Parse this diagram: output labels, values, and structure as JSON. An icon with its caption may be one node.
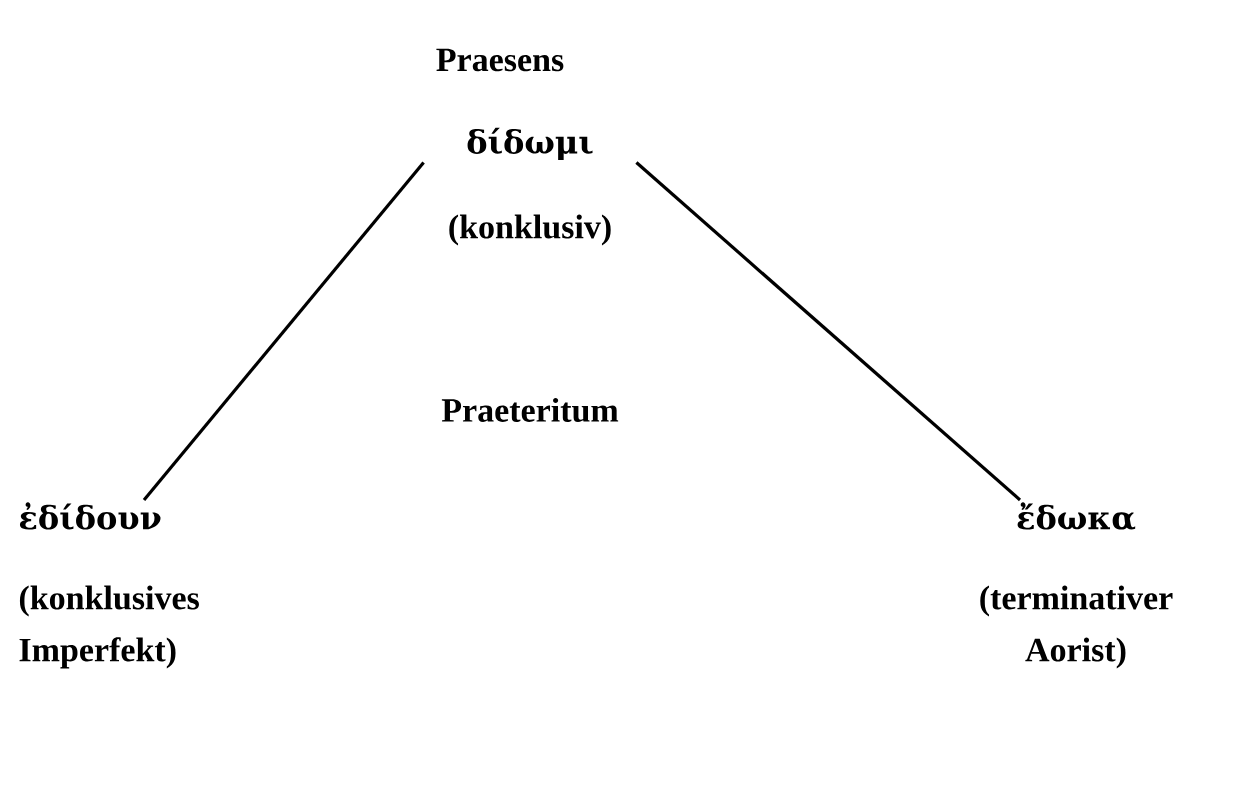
{
  "diagram": {
    "nodes": [
      {
        "text": [
          "δίδωμι"
        ]
      },
      {
        "text": [
          "ἐδίδουν",
          "(konklusives Imperfekt)"
        ]
      },
      {
        "text": [
          "ἔδωκα",
          "(terminativer Aorist)"
        ]
      }
    ],
    "edges": [
      {
        "from": 0,
        "to": 1,
        "arrow": "none"
      },
      {
        "from": 0,
        "to": 2,
        "arrow": "none"
      }
    ],
    "labels": [
      "Praesens",
      "(konklusiv)",
      "Praeteritum"
    ]
  }
}
